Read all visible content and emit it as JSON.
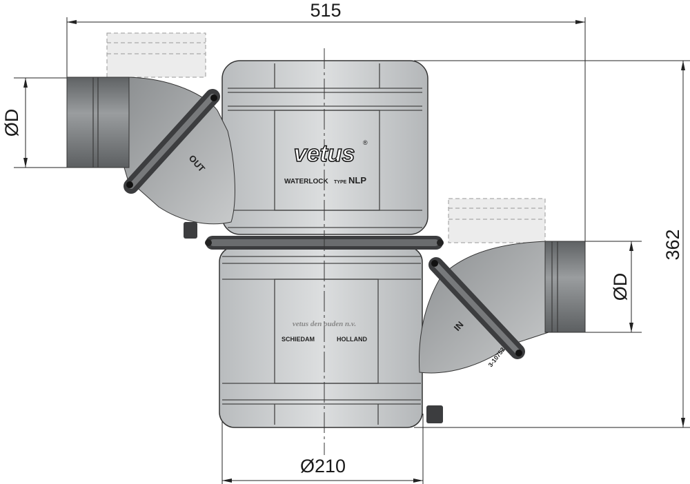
{
  "dimensions": {
    "overall_width": "515",
    "overall_height": "362",
    "left_diameter": "ØD",
    "right_diameter": "ØD",
    "body_diameter": "Ø210"
  },
  "product": {
    "brand": "vetus",
    "registered_mark": "®",
    "model_prefix": "WATERLOCK",
    "model_type_word": "TYPE",
    "model_name": "NLP",
    "maker_line": "vetus den ouden n.v.",
    "city": "SCHIEDAM",
    "country": "HOLLAND",
    "outlet_label": "OUT",
    "inlet_label": "IN",
    "drawing_number": "3-10752"
  },
  "colors": {
    "body": "#c9ccce",
    "pipe": "#7d8082",
    "flange": "#3c3d3f",
    "ghost": "#e6e6e6"
  }
}
